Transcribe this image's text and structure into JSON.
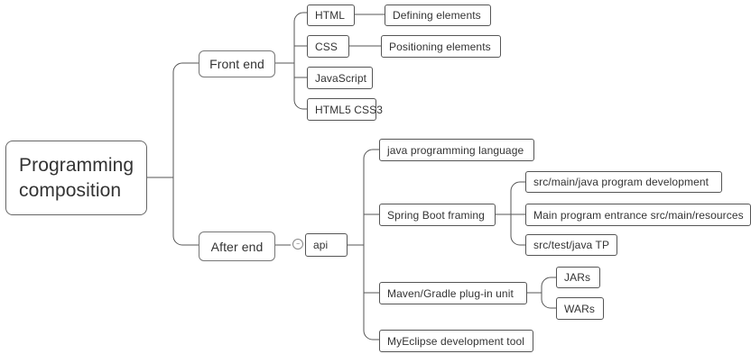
{
  "root": {
    "label": "Programming composition"
  },
  "front_end": {
    "label": "Front end",
    "children": [
      {
        "label": "HTML",
        "detail": "Defining elements"
      },
      {
        "label": "CSS",
        "detail": "Positioning elements"
      },
      {
        "label": "JavaScript"
      },
      {
        "label": "HTML5 CSS3"
      }
    ]
  },
  "after_end": {
    "label": "After end",
    "api": {
      "label": "api",
      "children": [
        {
          "label": "java programming language"
        },
        {
          "label": "Spring Boot framing",
          "children": [
            {
              "label": "src/main/java program development"
            },
            {
              "label": "Main program entrance src/main/resources"
            },
            {
              "label": "src/test/java TP"
            }
          ]
        },
        {
          "label": "Maven/Gradle plug-in unit",
          "children": [
            {
              "label": "JARs"
            },
            {
              "label": "WARs"
            }
          ]
        },
        {
          "label": "MyEclipse development tool"
        }
      ]
    }
  },
  "icons": {
    "collapse_toggle": "collapse-toggle-icon"
  },
  "colors": {
    "line": "#555555",
    "text": "#333333",
    "background": "#ffffff"
  }
}
